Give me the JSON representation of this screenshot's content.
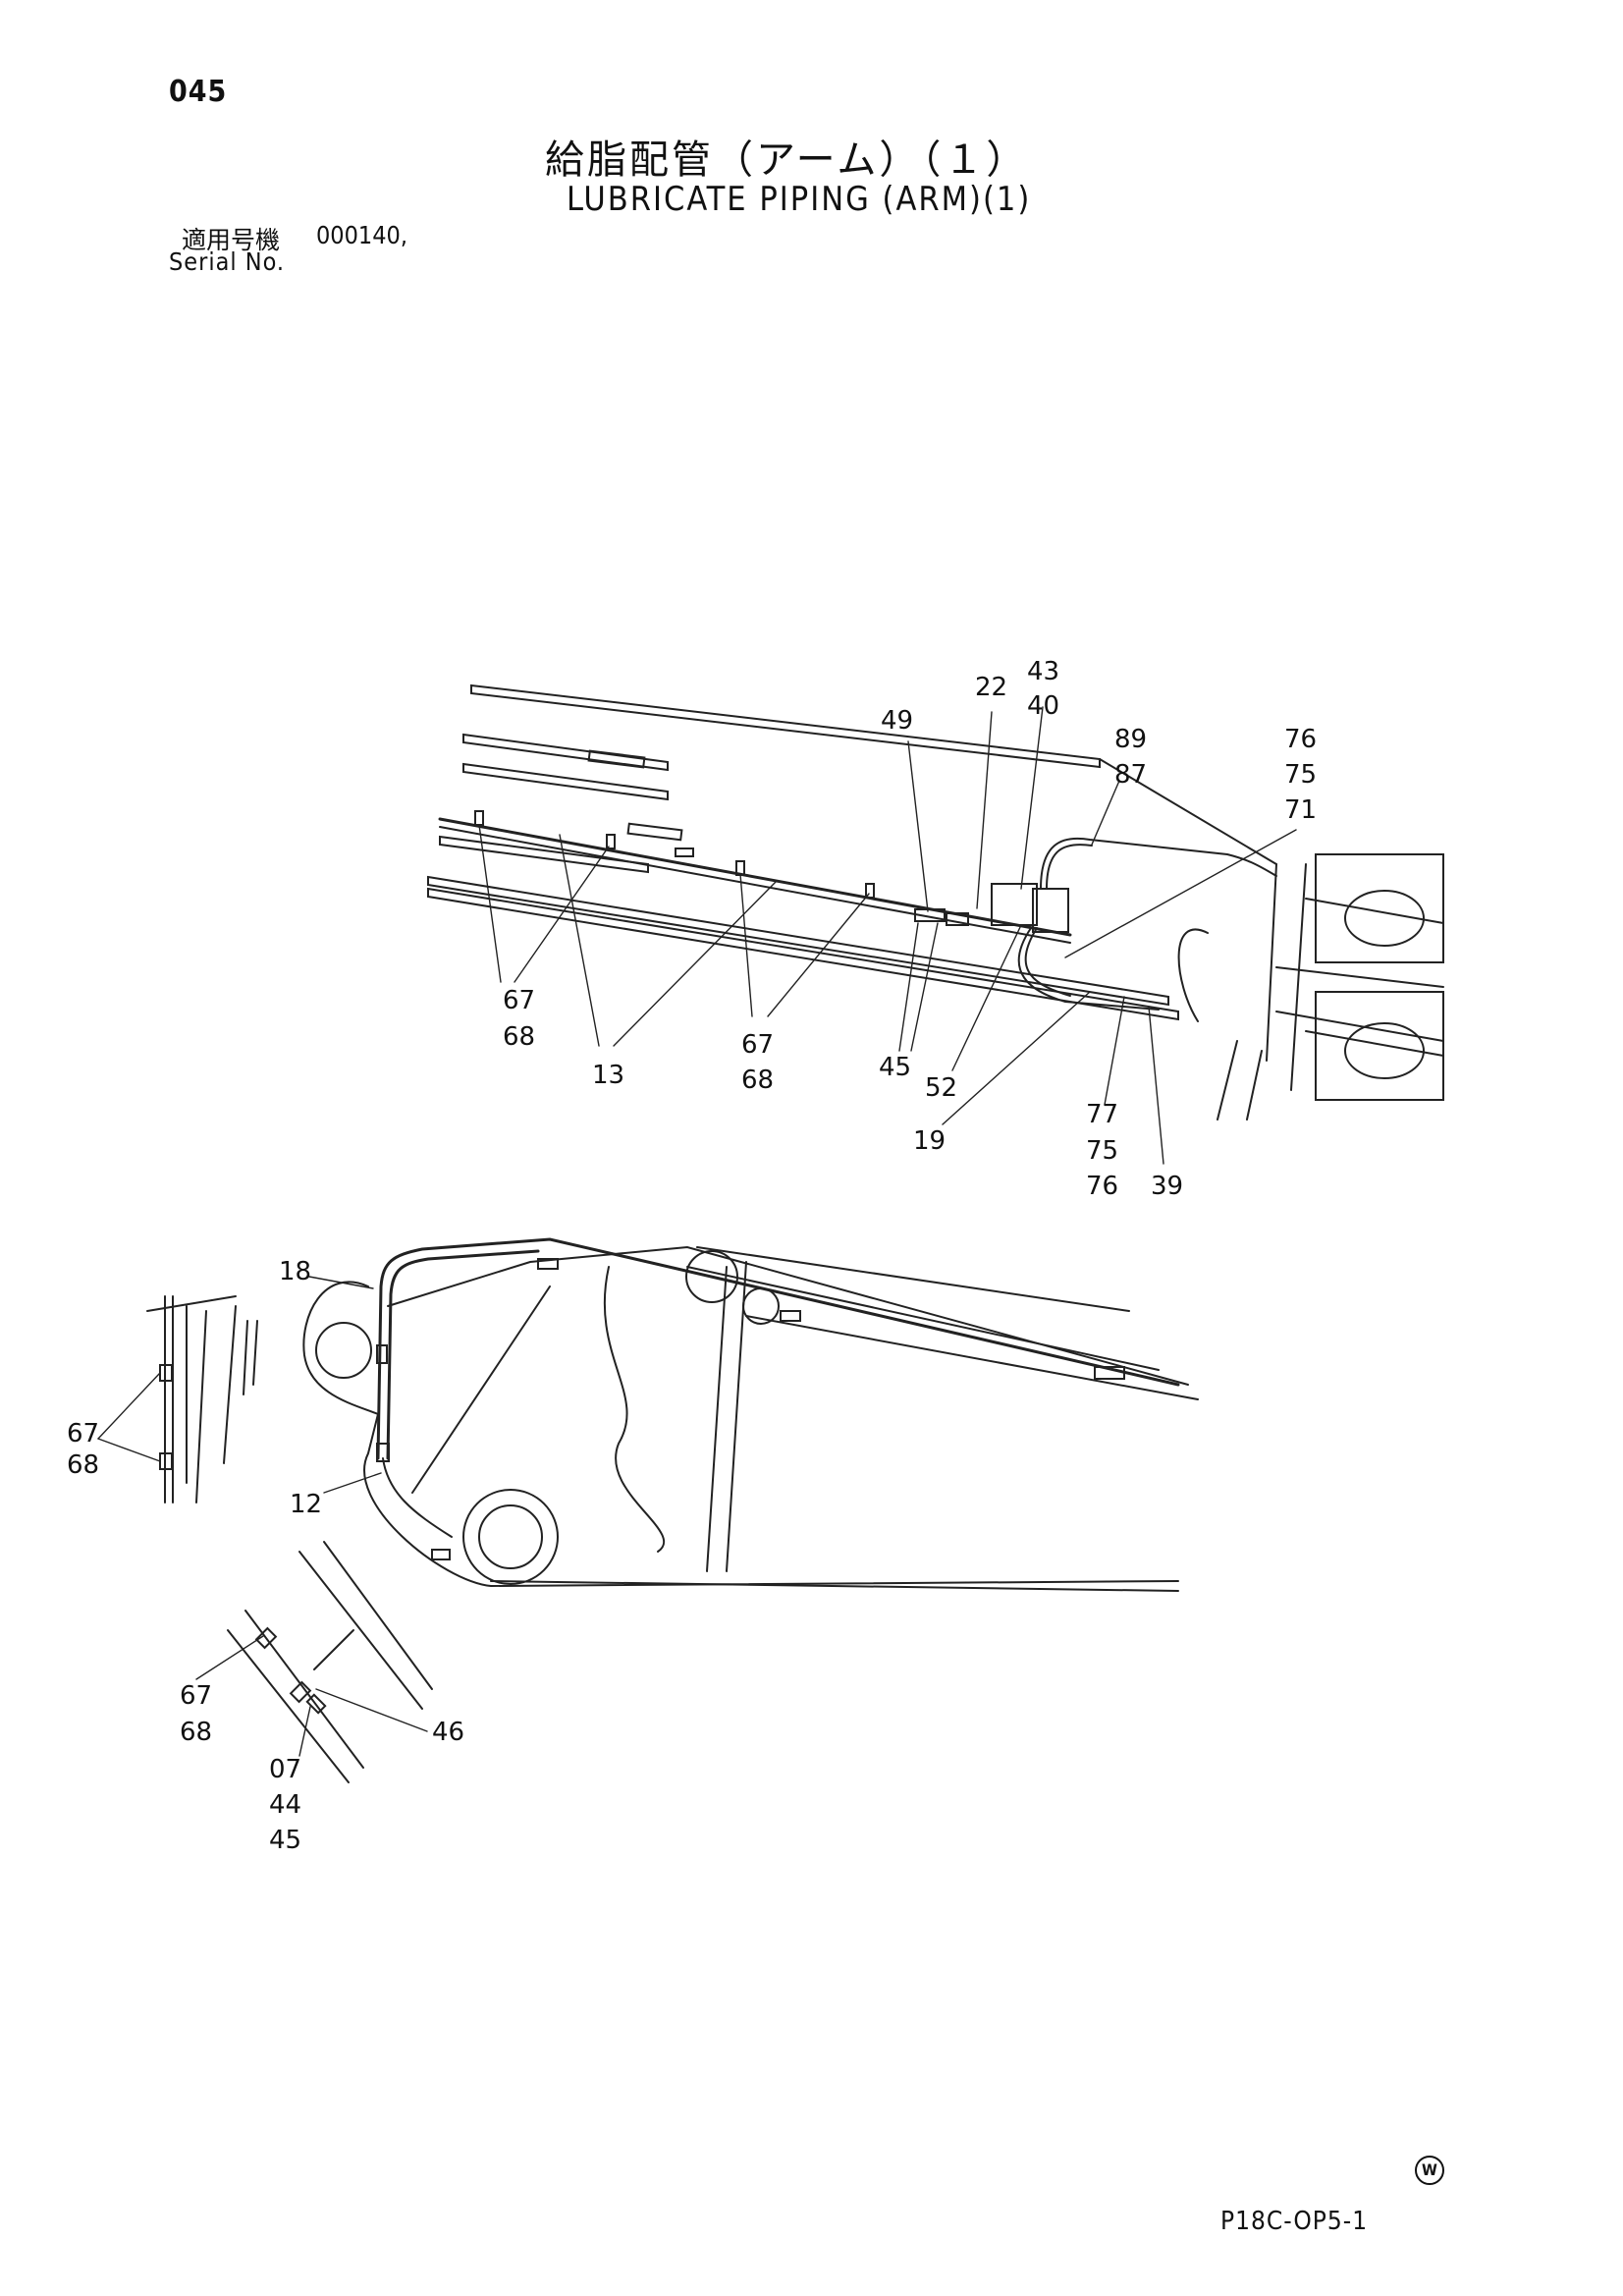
{
  "page_number": "045",
  "title_jp": "給脂配管（アーム）（１）",
  "title_en": "LUBRICATE PIPING (ARM)(1)",
  "serial": {
    "label_jp": "適用号機",
    "value": "000140,",
    "label_en": "Serial No."
  },
  "doc_code": "P18C-OP5-1",
  "w_mark": "W",
  "callouts": {
    "c22": "22",
    "c43": "43",
    "c40": "40",
    "c49": "49",
    "c89": "89",
    "c87": "87",
    "c76a": "76",
    "c75a": "75",
    "c71": "71",
    "c67a": "67",
    "c68a": "68",
    "c13": "13",
    "c67b": "67",
    "c68b": "68",
    "c45a": "45",
    "c52": "52",
    "c19": "19",
    "c77": "77",
    "c75b": "75",
    "c76b": "76",
    "c39": "39",
    "c18": "18",
    "c67c": "67",
    "c68c": "68",
    "c12": "12",
    "c67d": "67",
    "c68d": "68",
    "c46": "46",
    "c07": "07",
    "c44": "44",
    "c45b": "45"
  }
}
